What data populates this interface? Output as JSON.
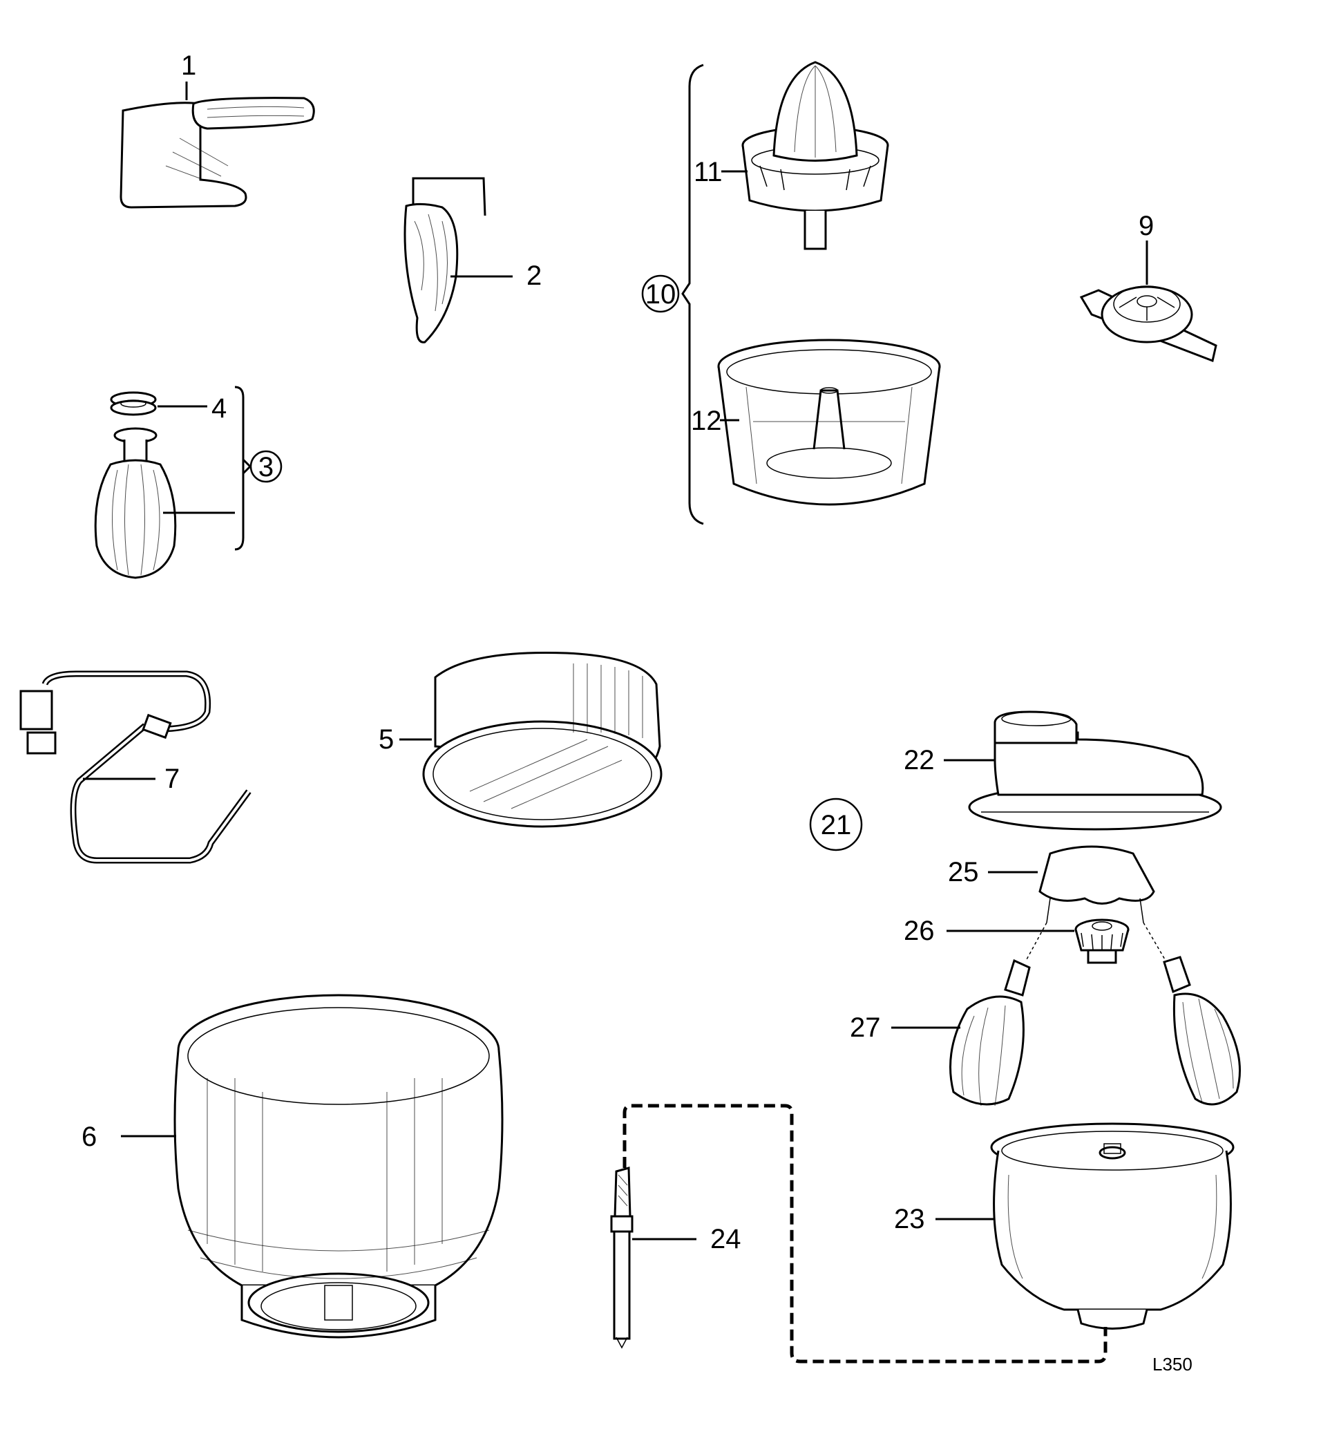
{
  "labels": {
    "p1": "1",
    "p2": "2",
    "p3": "3",
    "p4": "4",
    "p5": "5",
    "p6": "6",
    "p7": "7",
    "p9": "9",
    "p10": "10",
    "p11": "11",
    "p12": "12",
    "p21": "21",
    "p22": "22",
    "p23": "23",
    "p24": "24",
    "p25": "25",
    "p26": "26",
    "p27": "27"
  },
  "figure_code": "L350"
}
